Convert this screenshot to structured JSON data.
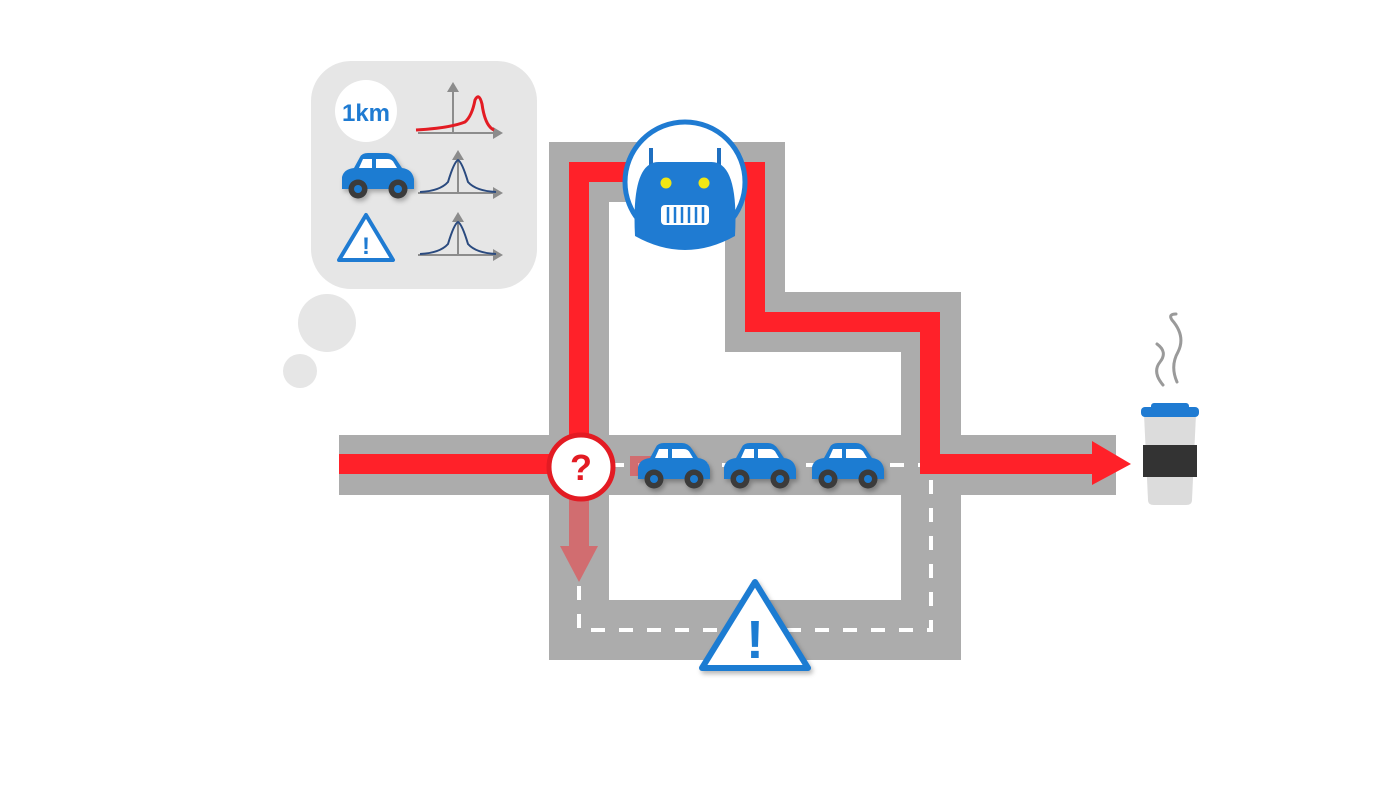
{
  "thought_bubble": {
    "distance_label": "1km",
    "rows": [
      {
        "icon": "distance-badge",
        "curve": "skewed-peak",
        "curve_color": "#e31b23"
      },
      {
        "icon": "car-icon",
        "curve": "bell-curve",
        "curve_color": "#2a4a7f"
      },
      {
        "icon": "warning-icon",
        "curve": "bell-curve",
        "curve_color": "#2a4a7f"
      }
    ]
  },
  "decision_marker": {
    "symbol": "?"
  },
  "warning_sign": {
    "symbol": "!"
  },
  "icons": {
    "robot": "robot-icon",
    "destination": "coffee-cup-icon",
    "traffic": "car-icon"
  },
  "colors": {
    "road": "#acacac",
    "route": "#ff2129",
    "accent": "#1f7bd2",
    "bubble": "#e6e6e6"
  }
}
